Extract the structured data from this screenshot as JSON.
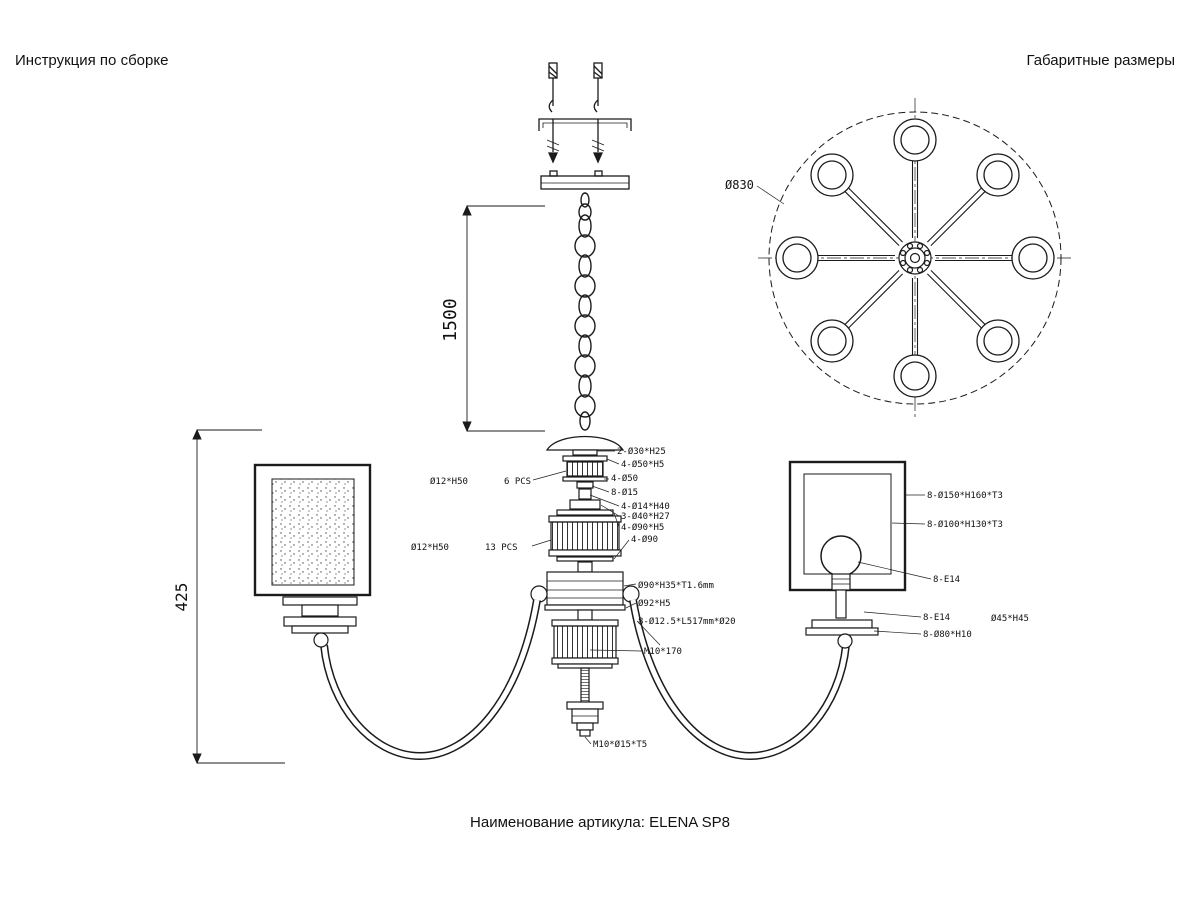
{
  "titles": {
    "assembly": "Инструкция по сборке",
    "dimensions": "Габаритные размеры",
    "footer": "Наименование артикула: ELENA SP8"
  },
  "dims": {
    "chain_length": "1500",
    "fixture_height": "425",
    "overall_diameter": "Ø830"
  },
  "parts": {
    "top_finial": "2-Ø30*H25",
    "disk50": "4-Ø50*H5",
    "spacer6": "Ø12*H50",
    "spacer6_qty": "6 PCS",
    "tube50": "4-Ø50",
    "tube15": "8-Ø15",
    "tube14": "4-Ø14*H40",
    "cone40": "3-Ø40*H27",
    "disk90": "4-Ø90*H5",
    "spacer13": "Ø12*H50",
    "spacer13_qty": "13 PCS",
    "ring90": "4-Ø90",
    "hub": "Ø90*H35*T1.6mm",
    "disk92": "Ø92*H5",
    "arm": "8-Ø12.5*L517mm*Ø20",
    "rod": "M10*170",
    "bottom_screw": "M10*Ø15*T5",
    "shade_outer": "8-Ø150*H160*T3",
    "shade_inner": "8-Ø100*H130*T3",
    "socket_e14_a": "8-E14",
    "socket_e14_b": "8-E14",
    "ball45": "Ø45*H45",
    "base80": "8-Ø80*H10"
  }
}
